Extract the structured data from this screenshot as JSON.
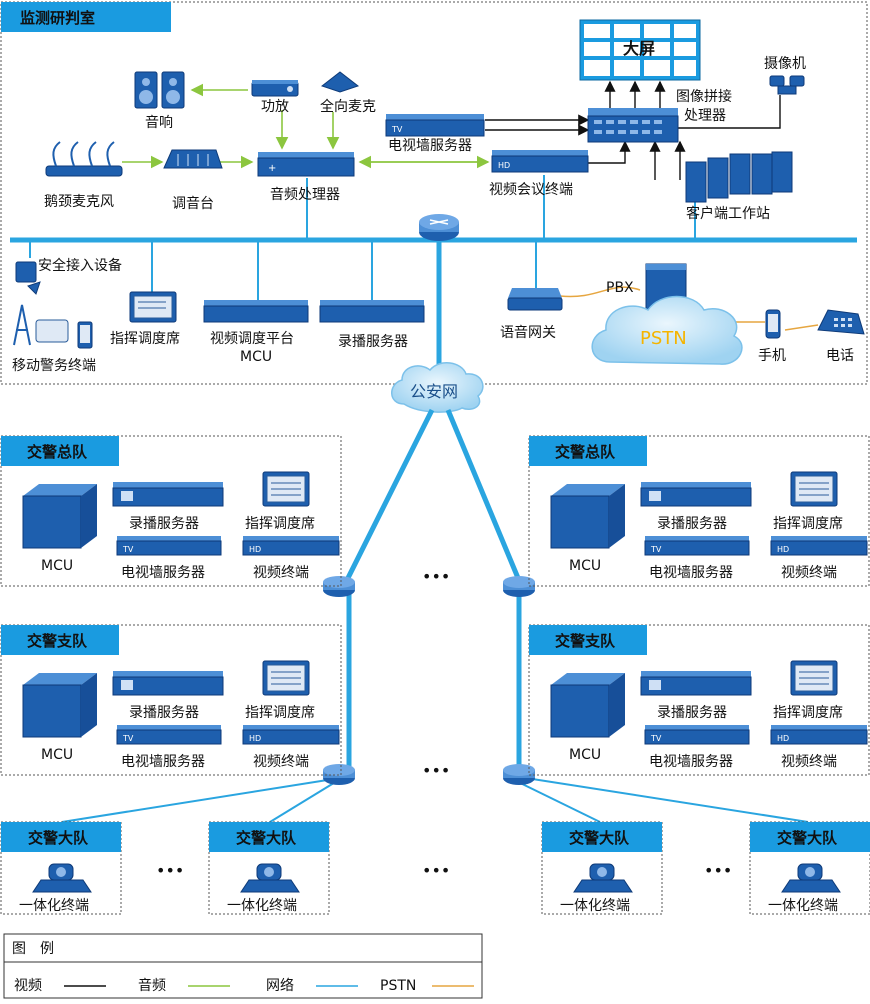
{
  "top_section": {
    "title": "监测研判室",
    "devices": {
      "speaker": "音响",
      "amplifier": "功放",
      "omni_mic": "全向麦克",
      "gooseneck_mic": "鹅颈麦克风",
      "mixer": "调音台",
      "audio_processor": "音频处理器",
      "tv_wall_server": "电视墙服务器",
      "video_conf_terminal": "视频会议终端",
      "big_screen": "大屏",
      "image_processor_line1": "图像拼接",
      "image_processor_line2": "处理器",
      "camera": "摄像机",
      "client_workstation": "客户端工作站",
      "secure_access": "安全接入设备",
      "mobile_terminal": "移动警务终端",
      "command_seat": "指挥调度席",
      "video_dispatch_line1": "视频调度平台",
      "video_dispatch_line2": "MCU",
      "recording_server": "录播服务器",
      "voice_gateway": "语音网关",
      "pbx": "PBX",
      "pstn": "PSTN",
      "phone": "手机",
      "telephone": "电话"
    }
  },
  "cloud_label": "公安网",
  "ellipsis": "•••",
  "units": {
    "zongdui": "交警总队",
    "zhidui": "交警支队",
    "dadui": "交警大队",
    "mcu": "MCU",
    "recording_server": "录播服务器",
    "command_seat": "指挥调度席",
    "tv_wall_server": "电视墙服务器",
    "video_terminal": "视频终端",
    "integrated_terminal": "一体化终端"
  },
  "legend": {
    "title": "图　例",
    "items": [
      {
        "label": "视频",
        "color": "#111111"
      },
      {
        "label": "音频",
        "color": "#8cc63f"
      },
      {
        "label": "网络",
        "color": "#2aa5e0"
      },
      {
        "label": "PSTN",
        "color": "#e6a640"
      }
    ]
  },
  "colors": {
    "network": "#2aa5e0",
    "header": "#1a9be0",
    "device": "#1e5fae",
    "pstn_text": "#f5b400"
  }
}
